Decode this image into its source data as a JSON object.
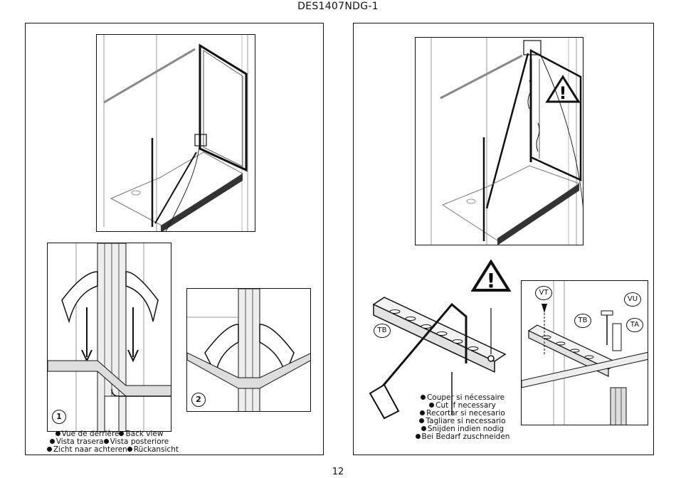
{
  "document": {
    "title": "DES1407NDG-1",
    "page_number": "12"
  },
  "left_panel": {
    "step1_label": "1",
    "step2_label": "2",
    "legend": [
      [
        "Vue de derrière",
        "Back view"
      ],
      [
        "Vista trasera",
        "Vista posteriore"
      ],
      [
        "Zicht naar achteren",
        "Rückansicht"
      ]
    ]
  },
  "right_panel": {
    "callouts": {
      "tb_left": "TB",
      "vt": "VT",
      "vu": "VU",
      "tb_right": "TB",
      "ta": "TA"
    },
    "icons": [
      "warning-icon",
      "warning-icon"
    ],
    "cut_instructions": [
      "Couper si nécessaire",
      "Cut if necessary",
      "Recortar si necesario",
      "Tagliare si necessario",
      "Snijden indien nodig",
      "Bei Bedarf zuschneiden"
    ]
  }
}
